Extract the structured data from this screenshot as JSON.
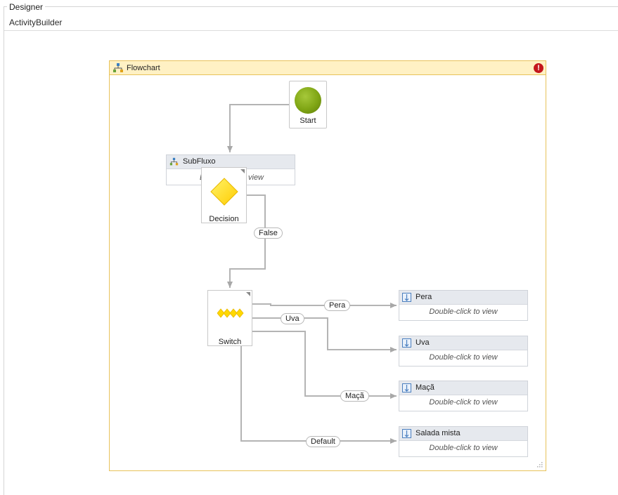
{
  "panel": {
    "title": "Designer"
  },
  "breadcrumb": {
    "text": "ActivityBuilder"
  },
  "flowchart": {
    "title": "Flowchart",
    "icon": "flowchart-icon",
    "status_icon": "error-icon",
    "status_color": "#c4161c",
    "header_color": "#fff1c4",
    "border_color": "#e8c25a"
  },
  "nodes": {
    "start": {
      "label": "Start",
      "color": "#7fa514"
    },
    "subfluxo": {
      "title": "SubFluxo",
      "hint_left": "D",
      "hint_right": "view",
      "icon": "flowchart-icon"
    },
    "decision": {
      "label": "Decision",
      "color": "#ffd800"
    },
    "switch": {
      "label": "Switch",
      "color": "#ffd800"
    },
    "pera": {
      "title": "Pera",
      "hint": "Double-click to view",
      "icon": "sequence-icon"
    },
    "uva": {
      "title": "Uva",
      "hint": "Double-click to view",
      "icon": "sequence-icon"
    },
    "maca": {
      "title": "Maçã",
      "hint": "Double-click to view",
      "icon": "sequence-icon"
    },
    "salada": {
      "title": "Salada mista",
      "hint": "Double-click to view",
      "icon": "sequence-icon"
    }
  },
  "connectors": {
    "false_label": "False",
    "pera_label": "Pera",
    "uva_label": "Uva",
    "maca_label": "Maçã",
    "default_label": "Default",
    "color": "#a8a8a8"
  }
}
